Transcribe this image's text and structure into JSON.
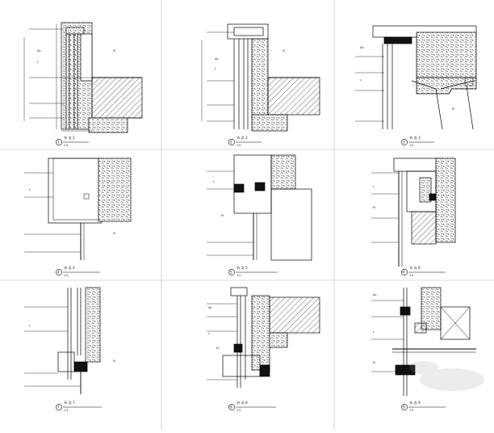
{
  "sheet": {
    "background": "#ffffff",
    "line_color": "#000000",
    "hatch_color": "#222222",
    "grid_line_color": "#b5b5b5"
  },
  "details": [
    {
      "id": "1",
      "title": "节 点 1",
      "scale": "1:5",
      "tags": [
        "Ab",
        "L",
        "M"
      ]
    },
    {
      "id": "2",
      "title": "节 点 2",
      "scale": "1:5",
      "tags": [
        "Ab",
        "L",
        "M"
      ]
    },
    {
      "id": "3",
      "title": "节 点 3",
      "scale": "1:5",
      "tags": [
        "Ab",
        "L",
        "M"
      ]
    },
    {
      "id": "4",
      "title": "节 点 4",
      "scale": "1:5",
      "tags": [
        "L",
        "M"
      ]
    },
    {
      "id": "5",
      "title": "节 点 5",
      "scale": "1:5",
      "tags": [
        "L",
        "M"
      ]
    },
    {
      "id": "6",
      "title": "节 点 6",
      "scale": "1:5",
      "tags": [
        "L",
        "M"
      ]
    },
    {
      "id": "7",
      "title": "节 点 7",
      "scale": "1:5",
      "tags": [
        "L",
        "M"
      ]
    },
    {
      "id": "8",
      "title": "节 点 8",
      "scale": "1:5",
      "tags": [
        "Ab",
        "L",
        "M"
      ]
    },
    {
      "id": "9",
      "title": "节 点 9",
      "scale": "1:5",
      "tags": [
        "Ab",
        "L",
        "M"
      ]
    }
  ],
  "watermark": {
    "text": "",
    "style": "faint grey lettering, bottom-right"
  }
}
